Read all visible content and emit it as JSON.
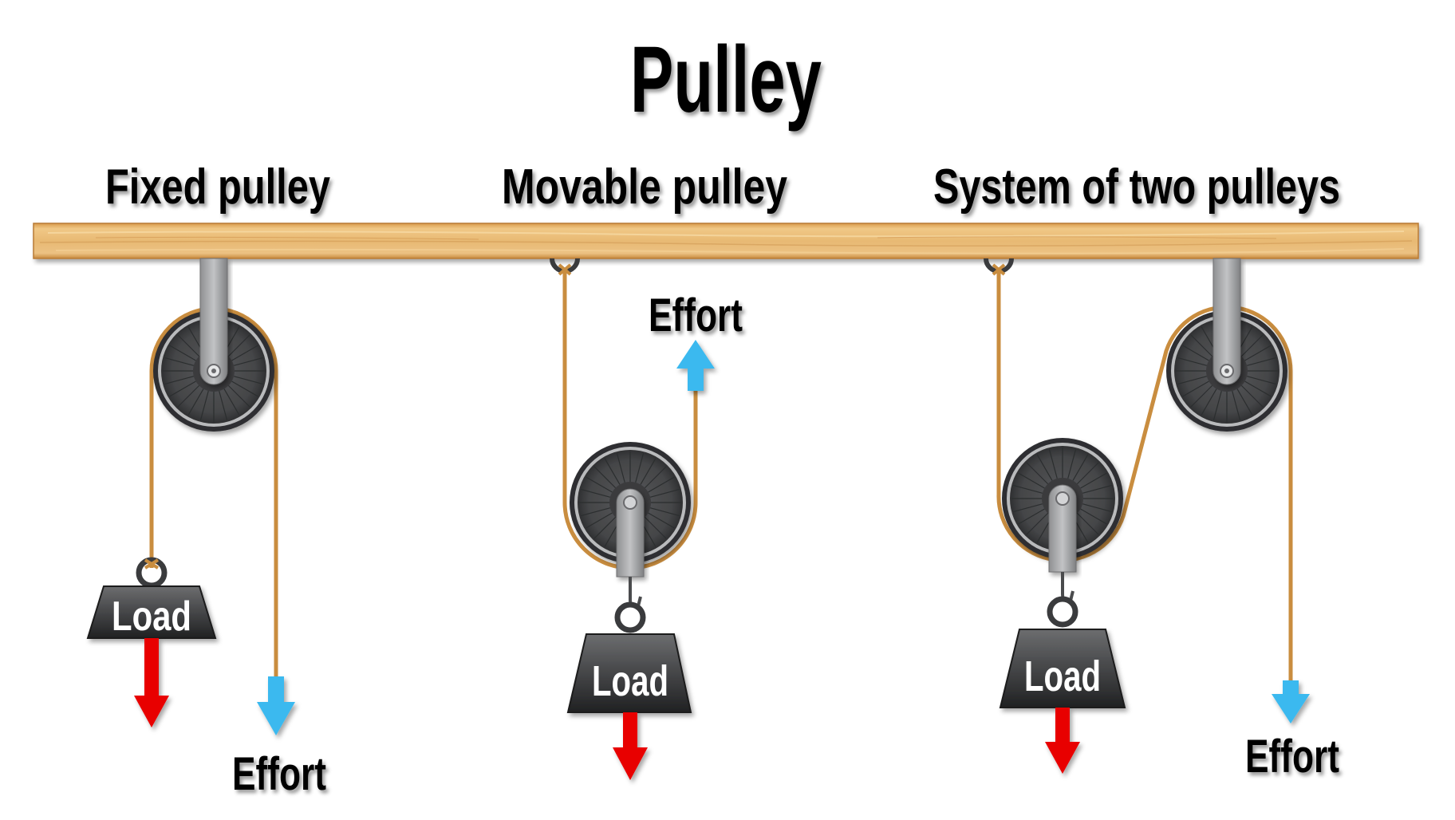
{
  "title": "Pulley",
  "sections": [
    {
      "id": "fixed",
      "label": "Fixed pulley",
      "load_label": "Load",
      "effort_label": "Effort",
      "effort_direction": "down"
    },
    {
      "id": "movable",
      "label": "Movable pulley",
      "load_label": "Load",
      "effort_label": "Effort",
      "effort_direction": "up"
    },
    {
      "id": "system",
      "label": "System of two pulleys",
      "load_label": "Load",
      "effort_label": "Effort",
      "effort_direction": "down"
    }
  ],
  "colors": {
    "rope": "#c98d3f",
    "load_arrow": "#e80000",
    "effort_arrow": "#3bb9ef",
    "beam": "#e3b46b",
    "pulley": "#4a4b4d",
    "bracket": "#a8a9ab",
    "weight": "#3a3b3d"
  }
}
